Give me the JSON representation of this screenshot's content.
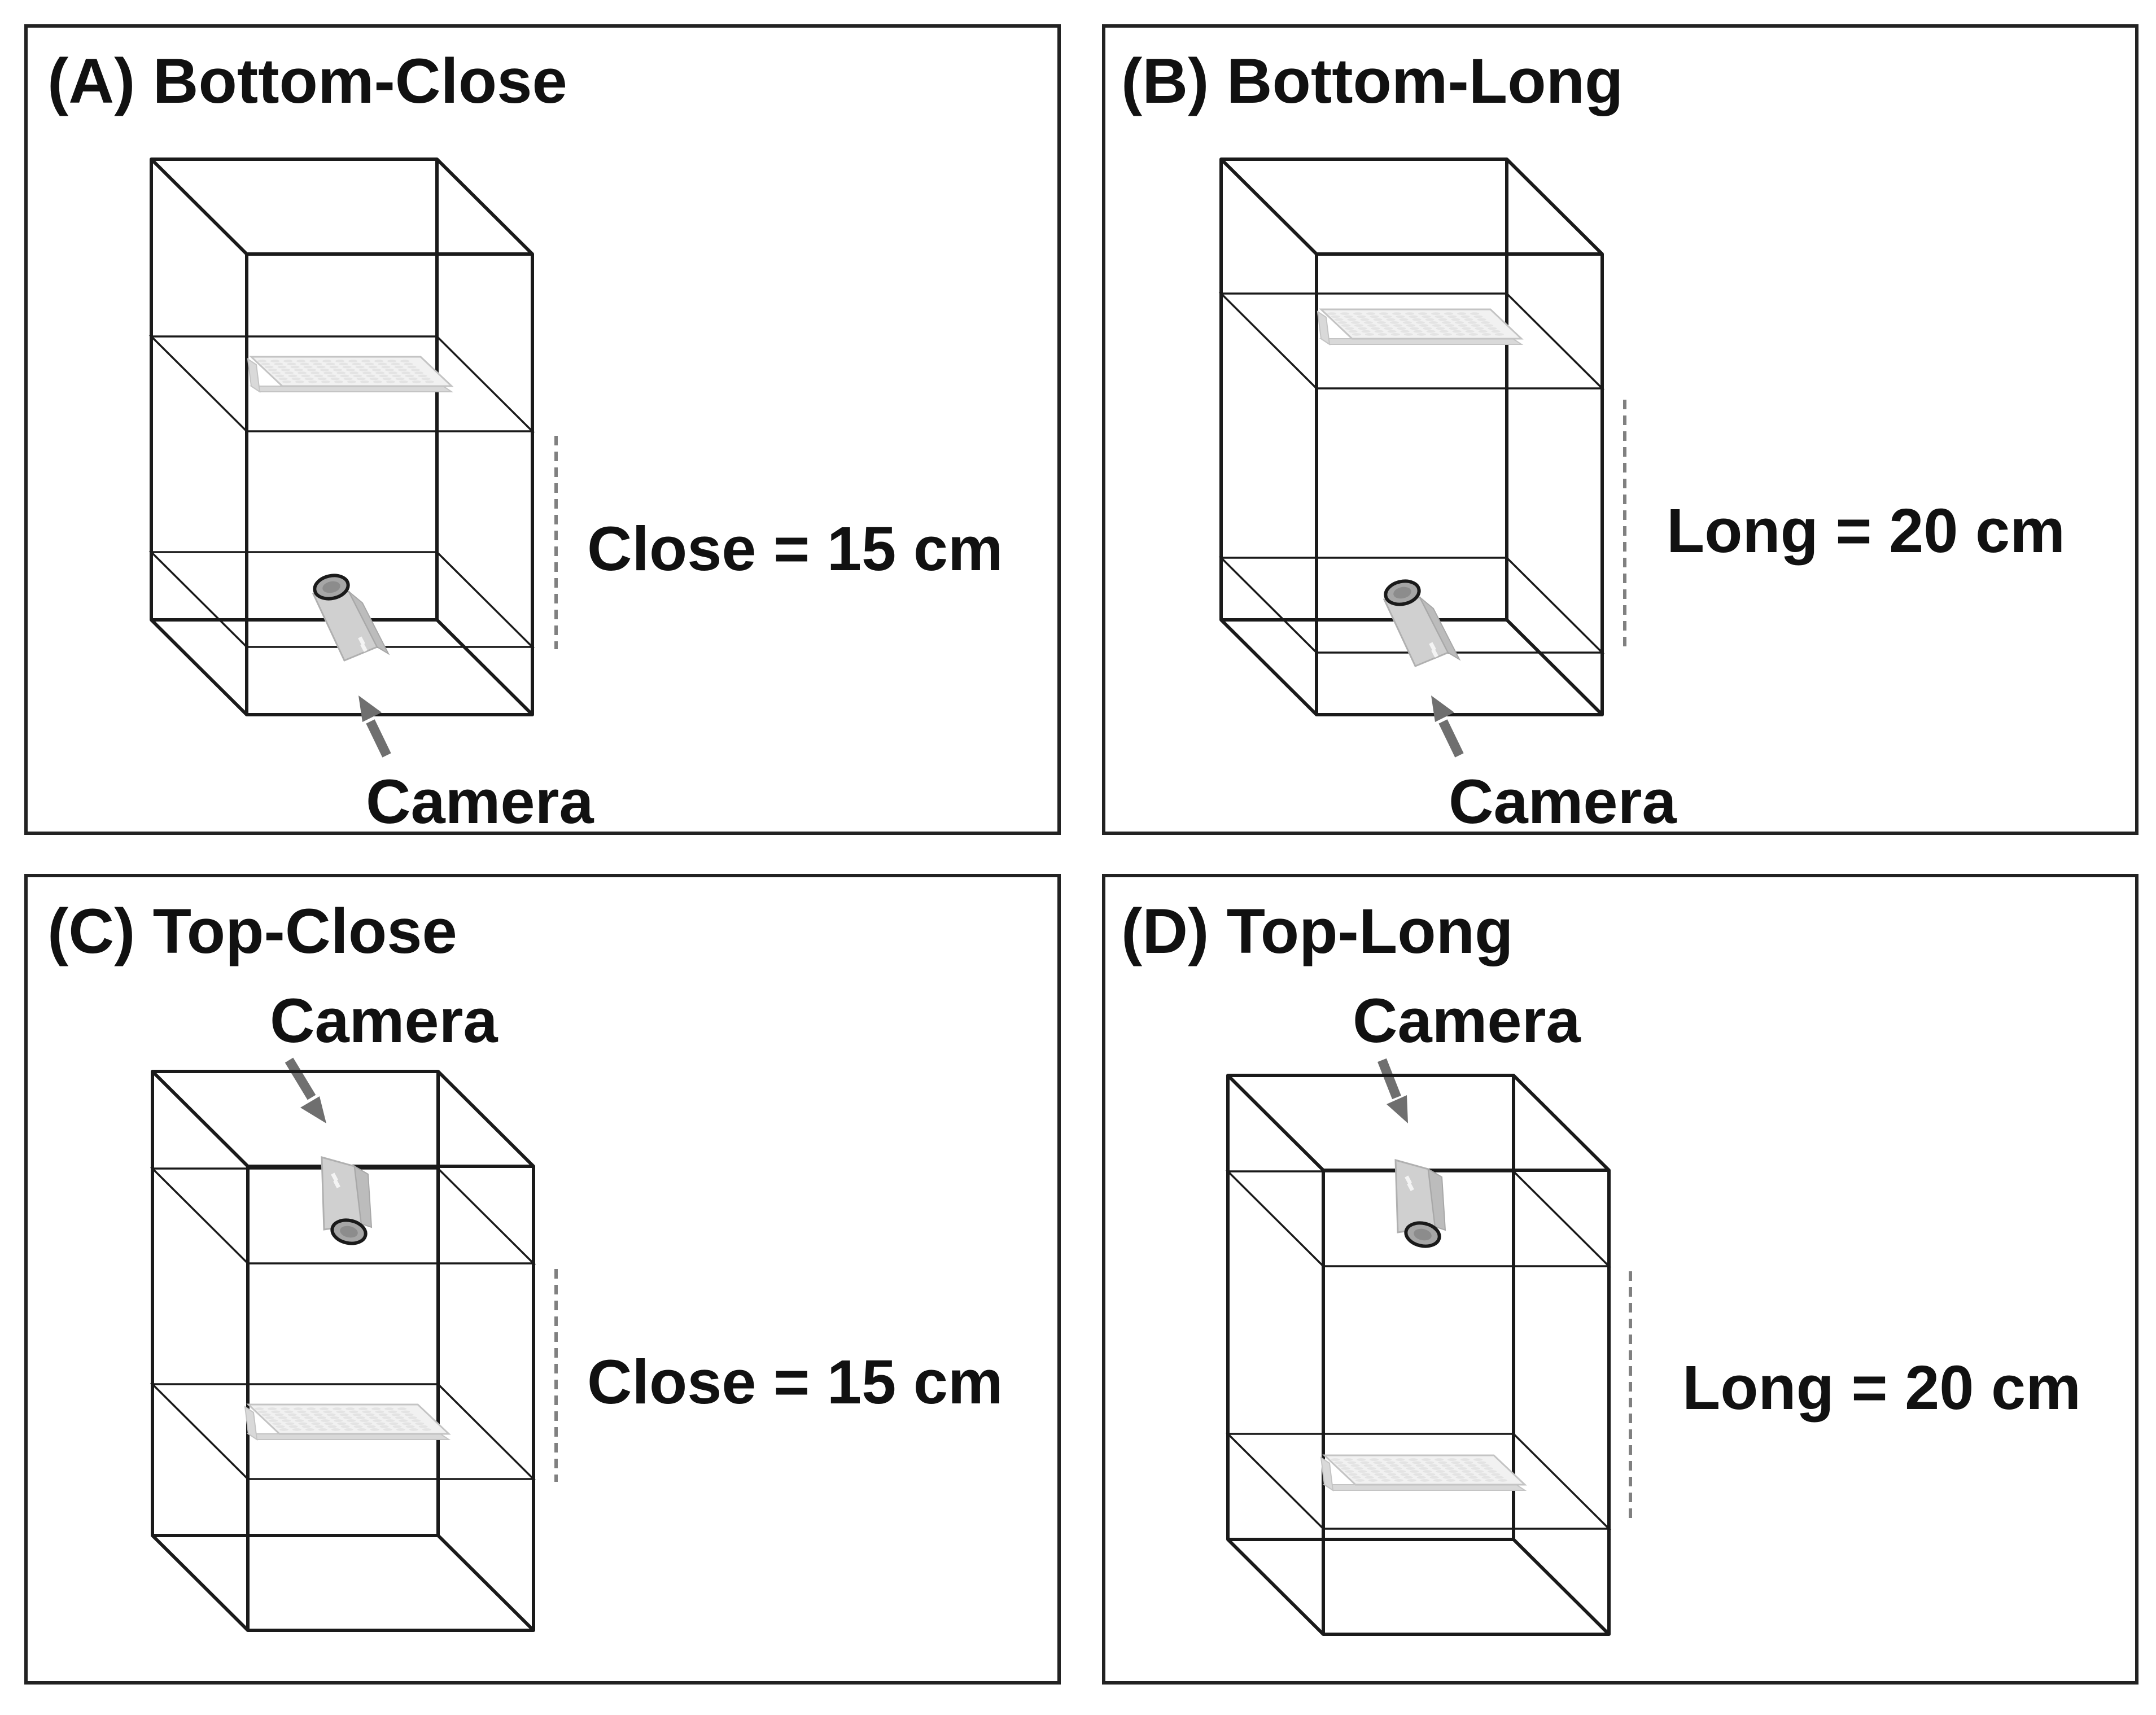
{
  "panels": [
    {
      "id": "A",
      "title": "(A) Bottom-Close",
      "camera_label": "Camera",
      "camera_position": "bottom",
      "distance_label": "Close = 15 cm",
      "distance_cm": 15
    },
    {
      "id": "B",
      "title": "(B) Bottom-Long",
      "camera_label": "Camera",
      "camera_position": "bottom",
      "distance_label": "Long = 20 cm",
      "distance_cm": 20
    },
    {
      "id": "C",
      "title": "(C) Top-Close",
      "camera_label": "Camera",
      "camera_position": "top",
      "distance_label": "Close = 15 cm",
      "distance_cm": 15
    },
    {
      "id": "D",
      "title": "(D) Top-Long",
      "camera_label": "Camera",
      "camera_position": "top",
      "distance_label": "Long = 20 cm",
      "distance_cm": 20
    }
  ],
  "icons": [
    "camera-icon",
    "well-plate-icon",
    "arrow-icon"
  ],
  "colors": {
    "frame": "#222222",
    "box_edge": "#1a1a1a",
    "distance_line": "#808080",
    "arrow": "#6f6f6f"
  }
}
